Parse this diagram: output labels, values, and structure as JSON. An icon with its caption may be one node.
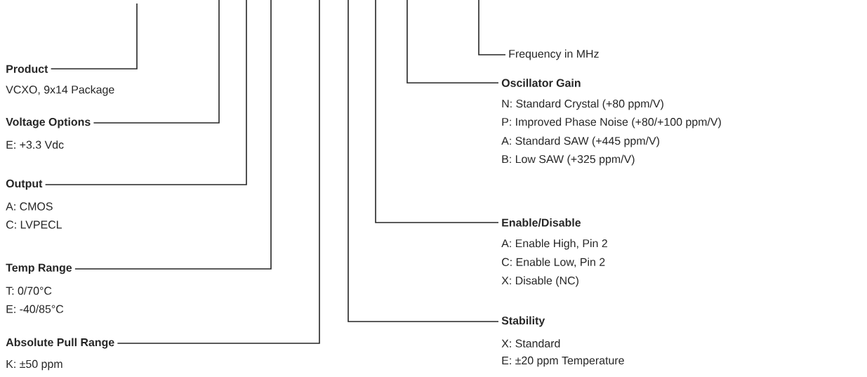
{
  "diagram": {
    "nodes": [
      {
        "text": [
          "Product"
        ],
        "beside": [
          "VCXO, 9x14 Package"
        ]
      },
      {
        "text": [
          "Voltage Options"
        ],
        "beside": [
          "E: +3.3 Vdc"
        ]
      },
      {
        "text": [
          "Output"
        ],
        "beside": [
          "A: CMOS",
          "C: LVPECL"
        ]
      },
      {
        "text": [
          "Temp Range"
        ],
        "beside": [
          "T:  0/70°C",
          "E:  -40/85°C"
        ]
      },
      {
        "text": [
          "Absolute Pull Range"
        ],
        "beside": [
          "K: ±50 ppm"
        ]
      },
      {
        "text": [
          "Frequency in MHz"
        ]
      },
      {
        "text": [
          "Oscillator Gain"
        ],
        "beside": [
          "N: Standard Crystal (+80 ppm/V)",
          "P:  Improved Phase Noise (+80/+100 ppm/V)",
          "A:  Standard SAW (+445 ppm/V)",
          "B:  Low SAW (+325 ppm/V)"
        ]
      },
      {
        "text": [
          "Enable/Disable"
        ],
        "beside": [
          "A: Enable High, Pin 2",
          "C: Enable Low, Pin 2",
          "X: Disable (NC)"
        ]
      },
      {
        "text": [
          "Stability"
        ],
        "beside": [
          "X: Standard",
          "E: ±20 ppm Temperature"
        ]
      }
    ],
    "edges": [
      {
        "from": 0,
        "to": null,
        "arrow": "none"
      },
      {
        "from": 1,
        "to": null,
        "arrow": "none"
      },
      {
        "from": 2,
        "to": null,
        "arrow": "none"
      },
      {
        "from": 3,
        "to": null,
        "arrow": "none"
      },
      {
        "from": 4,
        "to": null,
        "arrow": "none"
      },
      {
        "from": 5,
        "to": null,
        "arrow": "none"
      },
      {
        "from": 6,
        "to": null,
        "arrow": "none"
      },
      {
        "from": 7,
        "to": null,
        "arrow": "none"
      },
      {
        "from": 8,
        "to": null,
        "arrow": "none"
      }
    ]
  }
}
